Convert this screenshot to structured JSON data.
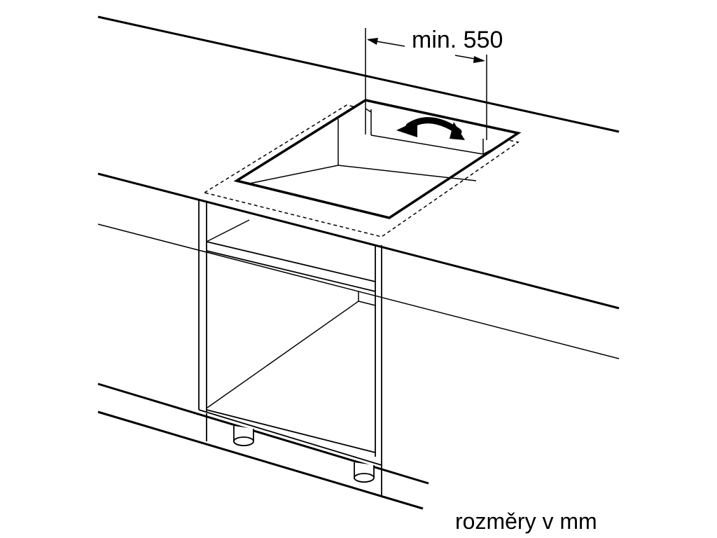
{
  "diagram": {
    "dimension_label": "min. 550",
    "units_note": "rozměry v mm",
    "colors": {
      "line": "#000000",
      "background": "#ffffff"
    },
    "icons": {
      "arrow": "curved-double-arrow"
    }
  }
}
